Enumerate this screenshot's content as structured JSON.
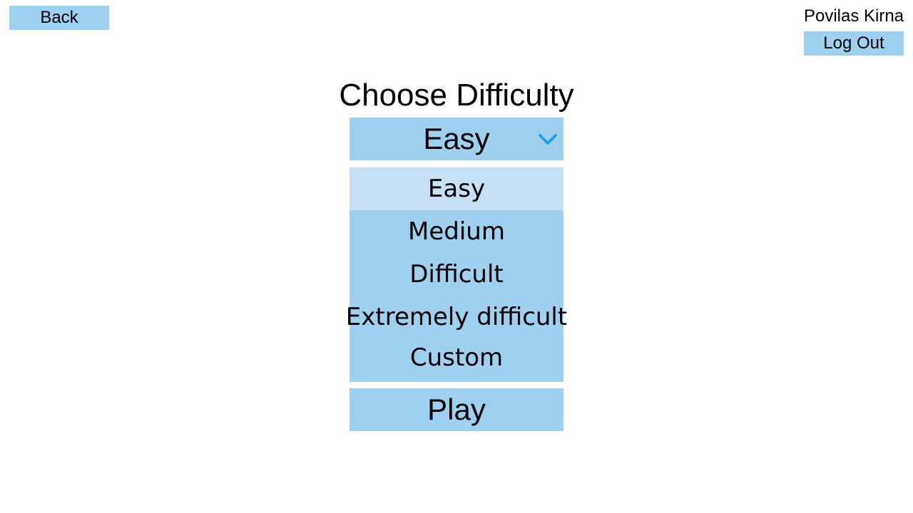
{
  "header": {
    "back_label": "Back",
    "user_name": "Povilas Kirna",
    "logout_label": "Log Out"
  },
  "main": {
    "title": "Choose Difficulty",
    "difficulty_select": {
      "selected_value": "Easy",
      "options": [
        "Easy",
        "Medium",
        "Difficult",
        "Extremely difficult",
        "Custom"
      ]
    },
    "play_label": "Play"
  },
  "colors": {
    "button_bg": "#9ed0f0",
    "selected_option_bg": "#c8e0f4",
    "chevron": "#1a9be6"
  },
  "icons": {
    "dropdown": "chevron-down-icon"
  }
}
